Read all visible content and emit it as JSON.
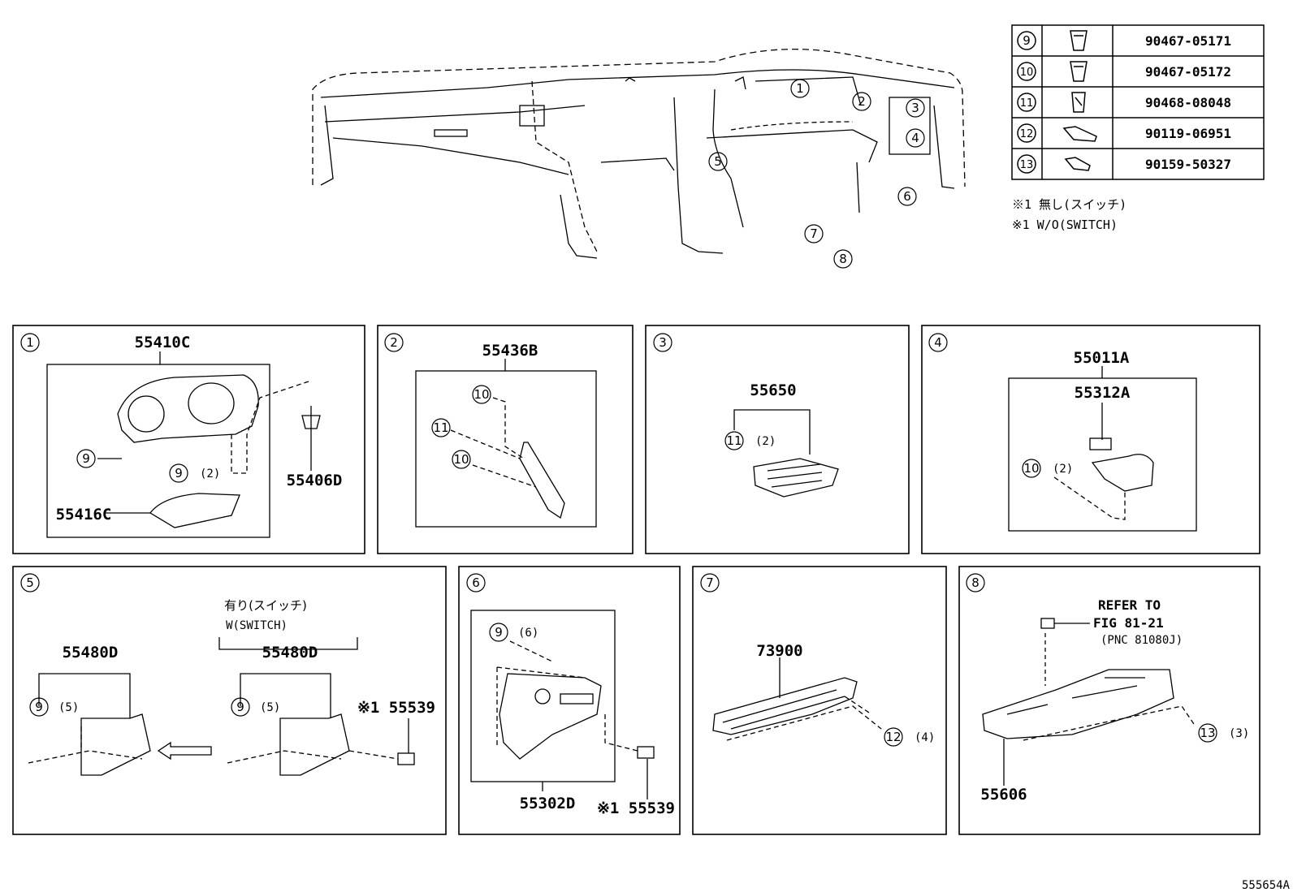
{
  "fastener_table": [
    {
      "ref": "9",
      "part_no": "90467-05171"
    },
    {
      "ref": "10",
      "part_no": "90467-05172"
    },
    {
      "ref": "11",
      "part_no": "90468-08048"
    },
    {
      "ref": "12",
      "part_no": "90119-06951"
    },
    {
      "ref": "13",
      "part_no": "90159-50327"
    }
  ],
  "notes": {
    "line1": "※1 無し(スイッチ)",
    "line2": "※1 W/O(SWITCH)"
  },
  "overview_callouts": [
    "1",
    "2",
    "3",
    "4",
    "5",
    "6",
    "7",
    "8"
  ],
  "panel1": {
    "num": "1",
    "assy": "55410C",
    "p2": "55406D",
    "p3": "55416C",
    "c1": "9",
    "c2": "9",
    "c2q": "(2)"
  },
  "panel2": {
    "num": "2",
    "assy": "55436B",
    "c1": "10",
    "c2": "11",
    "c3": "10"
  },
  "panel3": {
    "num": "3",
    "assy": "55650",
    "c1": "11",
    "c1q": "(2)"
  },
  "panel4": {
    "num": "4",
    "assy": "55011A",
    "p2": "55312A",
    "c1": "10",
    "c1q": "(2)"
  },
  "panel5": {
    "num": "5",
    "assy_left": "55480D",
    "with_jp": "有り(スイッチ)",
    "with_en": "W(SWITCH)",
    "assy_right": "55480D",
    "sw": "※1 55539",
    "c1": "9",
    "c1q": "(5)",
    "c2": "9",
    "c2q": "(5)"
  },
  "panel6": {
    "num": "6",
    "assy": "55302D",
    "sw": "※1 55539",
    "c1": "9",
    "c1q": "(6)"
  },
  "panel7": {
    "num": "7",
    "assy": "73900",
    "c1": "12",
    "c1q": "(4)"
  },
  "panel8": {
    "num": "8",
    "assy": "55606",
    "ref1": "REFER TO",
    "ref2": "FIG 81-21",
    "ref3": "(PNC 81080J)",
    "c1": "13",
    "c1q": "(3)"
  },
  "figure_id": "555654A"
}
